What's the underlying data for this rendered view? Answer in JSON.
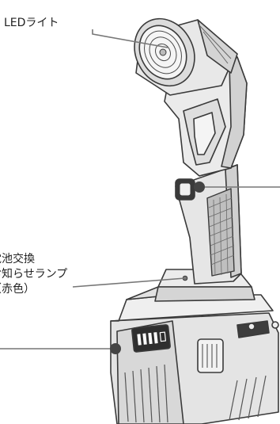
{
  "labels": {
    "led_light": "LEDライト",
    "battery_line1": "電池交換",
    "battery_line2": "お知らせランプ",
    "battery_line3": "（赤色）"
  },
  "colors": {
    "body_outline": "#3a3a3a",
    "body_fill": "#e9e9e9",
    "body_shade": "#cfcfcf",
    "dark_panel": "#3d3d3d",
    "leader_line": "#777777",
    "leader_dot": "#444444"
  }
}
